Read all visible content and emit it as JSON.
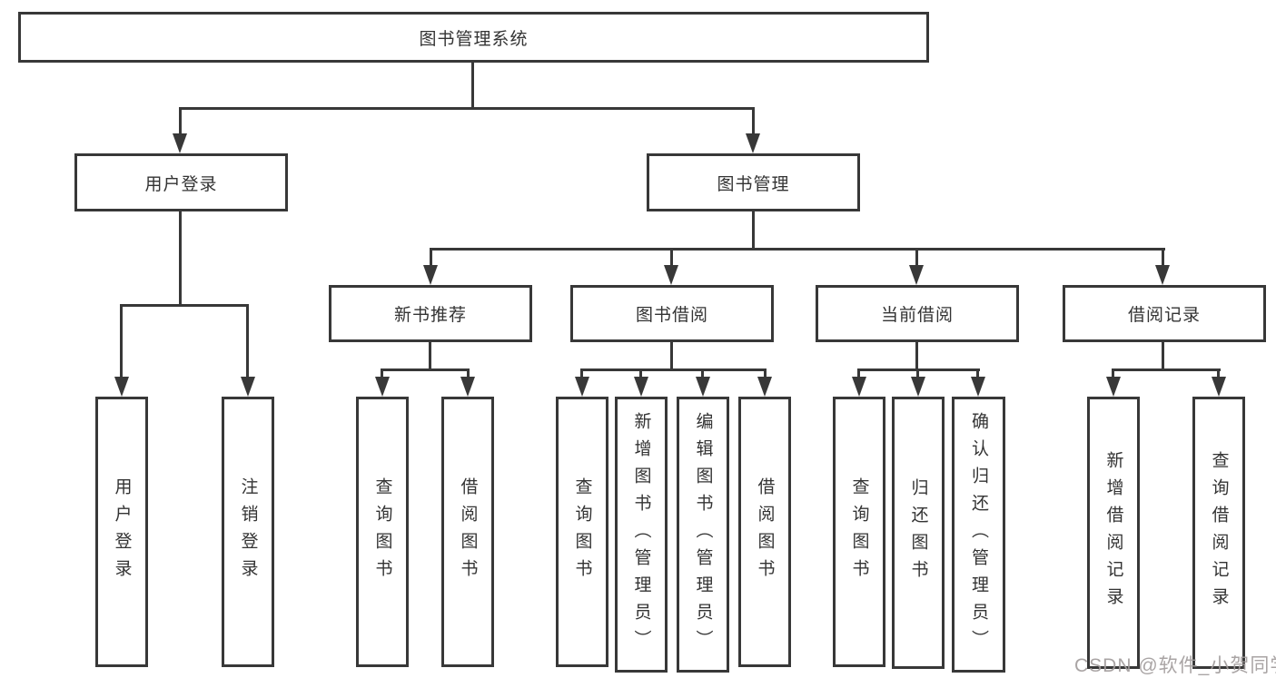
{
  "diagram": {
    "root": {
      "label": "图书管理系统"
    },
    "level2": [
      {
        "label": "用户登录"
      },
      {
        "label": "图书管理"
      }
    ],
    "level3": [
      {
        "label": "新书推荐"
      },
      {
        "label": "图书借阅"
      },
      {
        "label": "当前借阅"
      },
      {
        "label": "借阅记录"
      }
    ],
    "leaves": [
      {
        "label": "用户登录"
      },
      {
        "label": "注销登录"
      },
      {
        "label": "查询图书"
      },
      {
        "label": "借阅图书"
      },
      {
        "label": "查询图书"
      },
      {
        "label": "新增图书（管理员）"
      },
      {
        "label": "编辑图书（管理员）"
      },
      {
        "label": "借阅图书"
      },
      {
        "label": "查询图书"
      },
      {
        "label": "归还图书"
      },
      {
        "label": "确认归还（管理员）"
      },
      {
        "label": "新增借阅记录"
      },
      {
        "label": "查询借阅记录"
      }
    ]
  },
  "watermark": {
    "text": "CSDN @软件_小贺同学"
  },
  "colors": {
    "line": "#383838",
    "text": "#333333",
    "watermark": "#a29c9c",
    "background": "#ffffff"
  }
}
